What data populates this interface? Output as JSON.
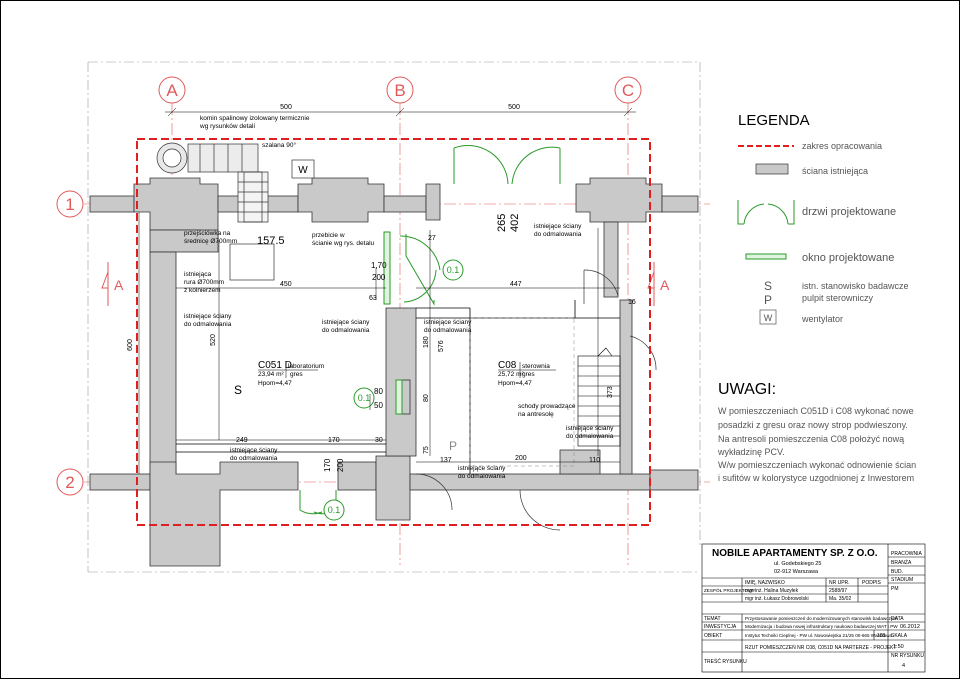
{
  "grid": {
    "columns": [
      "A",
      "B",
      "C"
    ],
    "rows": [
      "1",
      "2"
    ],
    "dim_ab": "500",
    "dim_bc": "500",
    "dim_left": "600",
    "dim_left2": "520"
  },
  "section_marks": [
    "A",
    "A"
  ],
  "labels": {
    "chimney": [
      "komin spalinowy izolowany termicznie",
      "wg rysunków detali"
    ],
    "chimney_ref": "szalana 90°",
    "penetration_left": [
      "przejściówka na",
      "średnicę Ø700mm"
    ],
    "pipe": [
      "istniejąca",
      "rura Ø700mm",
      "z kolnierzem"
    ],
    "wall_paint_1": [
      "istniejące ściany",
      "do odmalowania"
    ],
    "penetration_wall": [
      "przebicie w",
      "ścianie wg rys. detalu"
    ],
    "wall_paint_2": [
      "istniejące ściany",
      "do odmalowania"
    ],
    "wall_paint_3": [
      "istniejące ściany",
      "do odmalowania"
    ],
    "wall_paint_4": [
      "istniejące ściany",
      "do odmalowania"
    ],
    "wall_paint_5": [
      "istniejące ściany",
      "do odmalowania"
    ],
    "wall_paint_6": [
      "istniejące ściany",
      "do odmalowania"
    ],
    "wall_paint_7": [
      "istniejące ściany",
      "do odmalowania"
    ],
    "stairs": [
      "schody prowadzące",
      "na antresolę"
    ],
    "fan": "W",
    "station": "S",
    "panel": "P"
  },
  "dims": {
    "d157": "157.5",
    "d450": "450",
    "d447": "447",
    "d170a": "1,70",
    "d200a": "200",
    "d63": "63",
    "d265": "265",
    "d402": "402",
    "d249": "249",
    "d170b": "170",
    "d30": "30",
    "d80a": "80",
    "d50": "50",
    "d170c": "170",
    "d200b": "200",
    "d137": "137",
    "d200c": "200",
    "d110": "110",
    "d576": "576",
    "d180": "180",
    "d75": "75",
    "d80b": "80",
    "d373": "373",
    "d27": "27",
    "d16": "16"
  },
  "door_tags": [
    "0.1",
    "0.1",
    "0.1"
  ],
  "rooms": [
    {
      "code": "C051 D",
      "name": "laboratorium",
      "area": "23,94 m²",
      "floor": "gres",
      "height": "Hpom=4,47"
    },
    {
      "code": "C08",
      "name": "sterownia",
      "area": "25,72 m²",
      "floor": "gres",
      "height": "Hpom=4,47"
    }
  ],
  "legend": {
    "title": "LEGENDA",
    "items": [
      {
        "label": "zakres opracowania"
      },
      {
        "label": "ściana istniejąca"
      },
      {
        "label": "drzwi projektowane"
      },
      {
        "label": "okno projektowane"
      },
      {
        "symbol": "S",
        "label": "istn. stanowisko badawcze"
      },
      {
        "symbol": "P",
        "label": "pulpit sterowniczy"
      },
      {
        "symbol": "W",
        "label": "wentylator"
      }
    ]
  },
  "notes": {
    "title": "UWAGI:",
    "lines": [
      "W pomieszczeniach C051D i C08 wykonać nowe",
      "posadzki z gresu oraz nowy strop podwieszony.",
      "Na antresoli pomieszczenia C08 położyć nową",
      "wykładzinę PCV.",
      "W/w pomieszczeniach wykonać odnowienie ścian",
      "i sufitów w kolorystyce uzgodnionej z Inwestorem"
    ]
  },
  "title_block": {
    "company": "NOBILE APARTAMENTY SP. Z O.O.",
    "street": "ul. Godebskiego 25",
    "city": "02-912 Warszawa",
    "col_branch": "PRACOWNIA",
    "col_branza": "BRANŻA",
    "branza_val": "BUD.",
    "col_stadium": "STADIUM",
    "stadium_val": "PM",
    "hdr_name": "IMIĘ, NAZWISKO",
    "hdr_upr": "NR UPR.",
    "hdr_sign": "PODPIS",
    "team_label": "ZESPÓŁ PROJEKTOWY",
    "person1": "mgr inż. Halina Muzyłek",
    "upr1": "2588/97",
    "person2": "mgr inż. Łukasz Dobrowolski",
    "upr2": "Ma. 35/02",
    "temat_label": "TEMAT",
    "temat": "Przystosowanie pomieszczeń do modernizowanych stanowisk badawczych",
    "inwestycja_label": "INWESTYCJA",
    "inwestycja": "Modernizacja i budowa nowej infrastruktury naukowo badawczej WAT i PW",
    "obiekt_label": "OBIEKT",
    "obiekt": "Instytut Techniki Cieplnej - PW ul. Nowowiejska 21/25 00-665 Warszawa",
    "nr_obiektu": "188",
    "tresc_label": "TREŚĆ RYSUNKU",
    "tresc": "RZUT POMIESZCZEŃ NR C08, C051D NA PARTERZE - PROJEKT",
    "data_label": "DATA",
    "data_val": "06.2012",
    "skala_label": "SKALA",
    "skala_val": "1:50",
    "nr_label": "NR RYSUNKU",
    "nr_val": "4"
  }
}
